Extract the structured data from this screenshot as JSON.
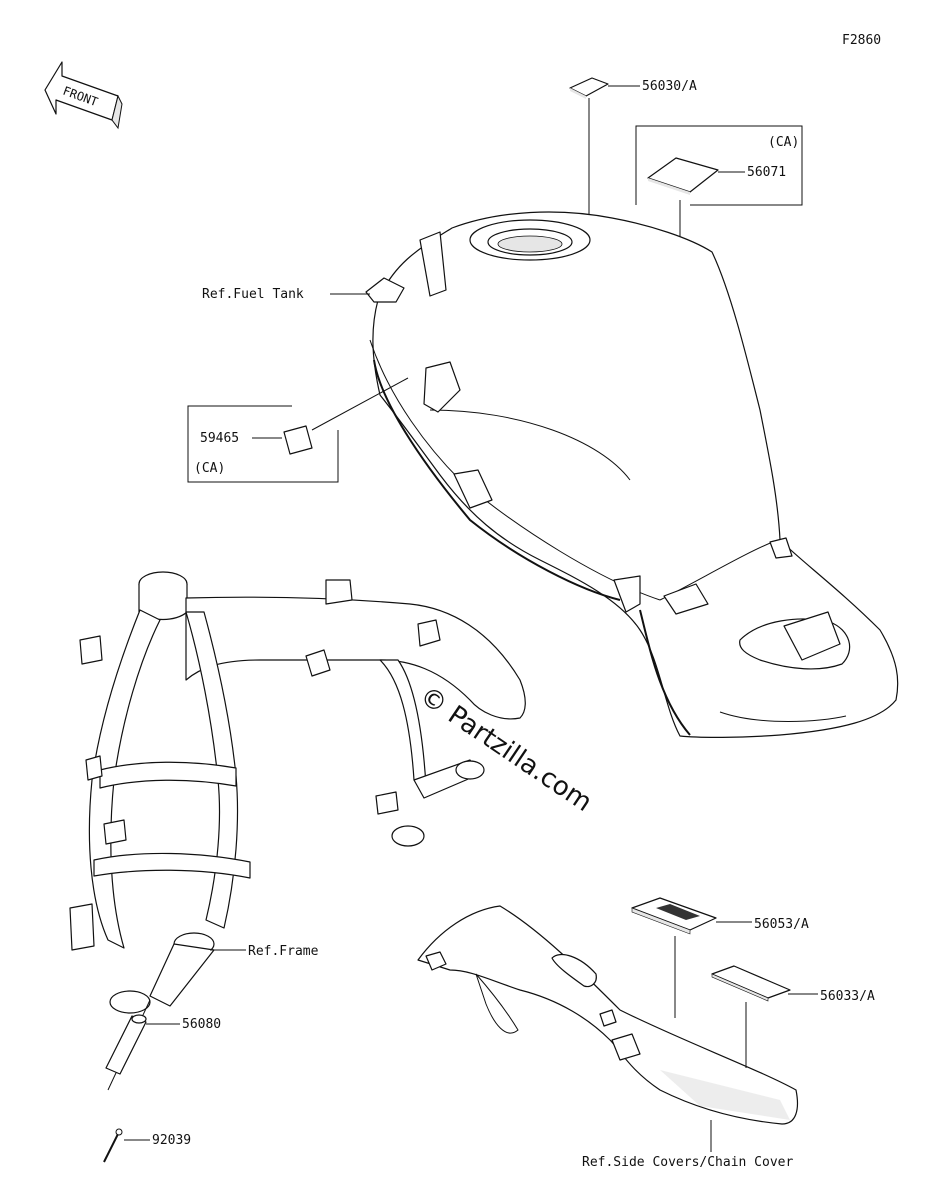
{
  "figure_code": "F2860",
  "front_arrow_text": "FRONT",
  "watermark": "© Partzilla.com",
  "callouts": {
    "p56030": "56030/A",
    "p56071": "56071",
    "p56071_note": "(CA)",
    "p59465": "59465",
    "p59465_note": "(CA)",
    "fuel_tank": "Ref.Fuel Tank",
    "frame": "Ref.Frame",
    "p56053": "56053/A",
    "p56033": "56033/A",
    "p56080": "56080",
    "p92039": "92039",
    "side_covers": "Ref.Side Covers/Chain Cover"
  }
}
